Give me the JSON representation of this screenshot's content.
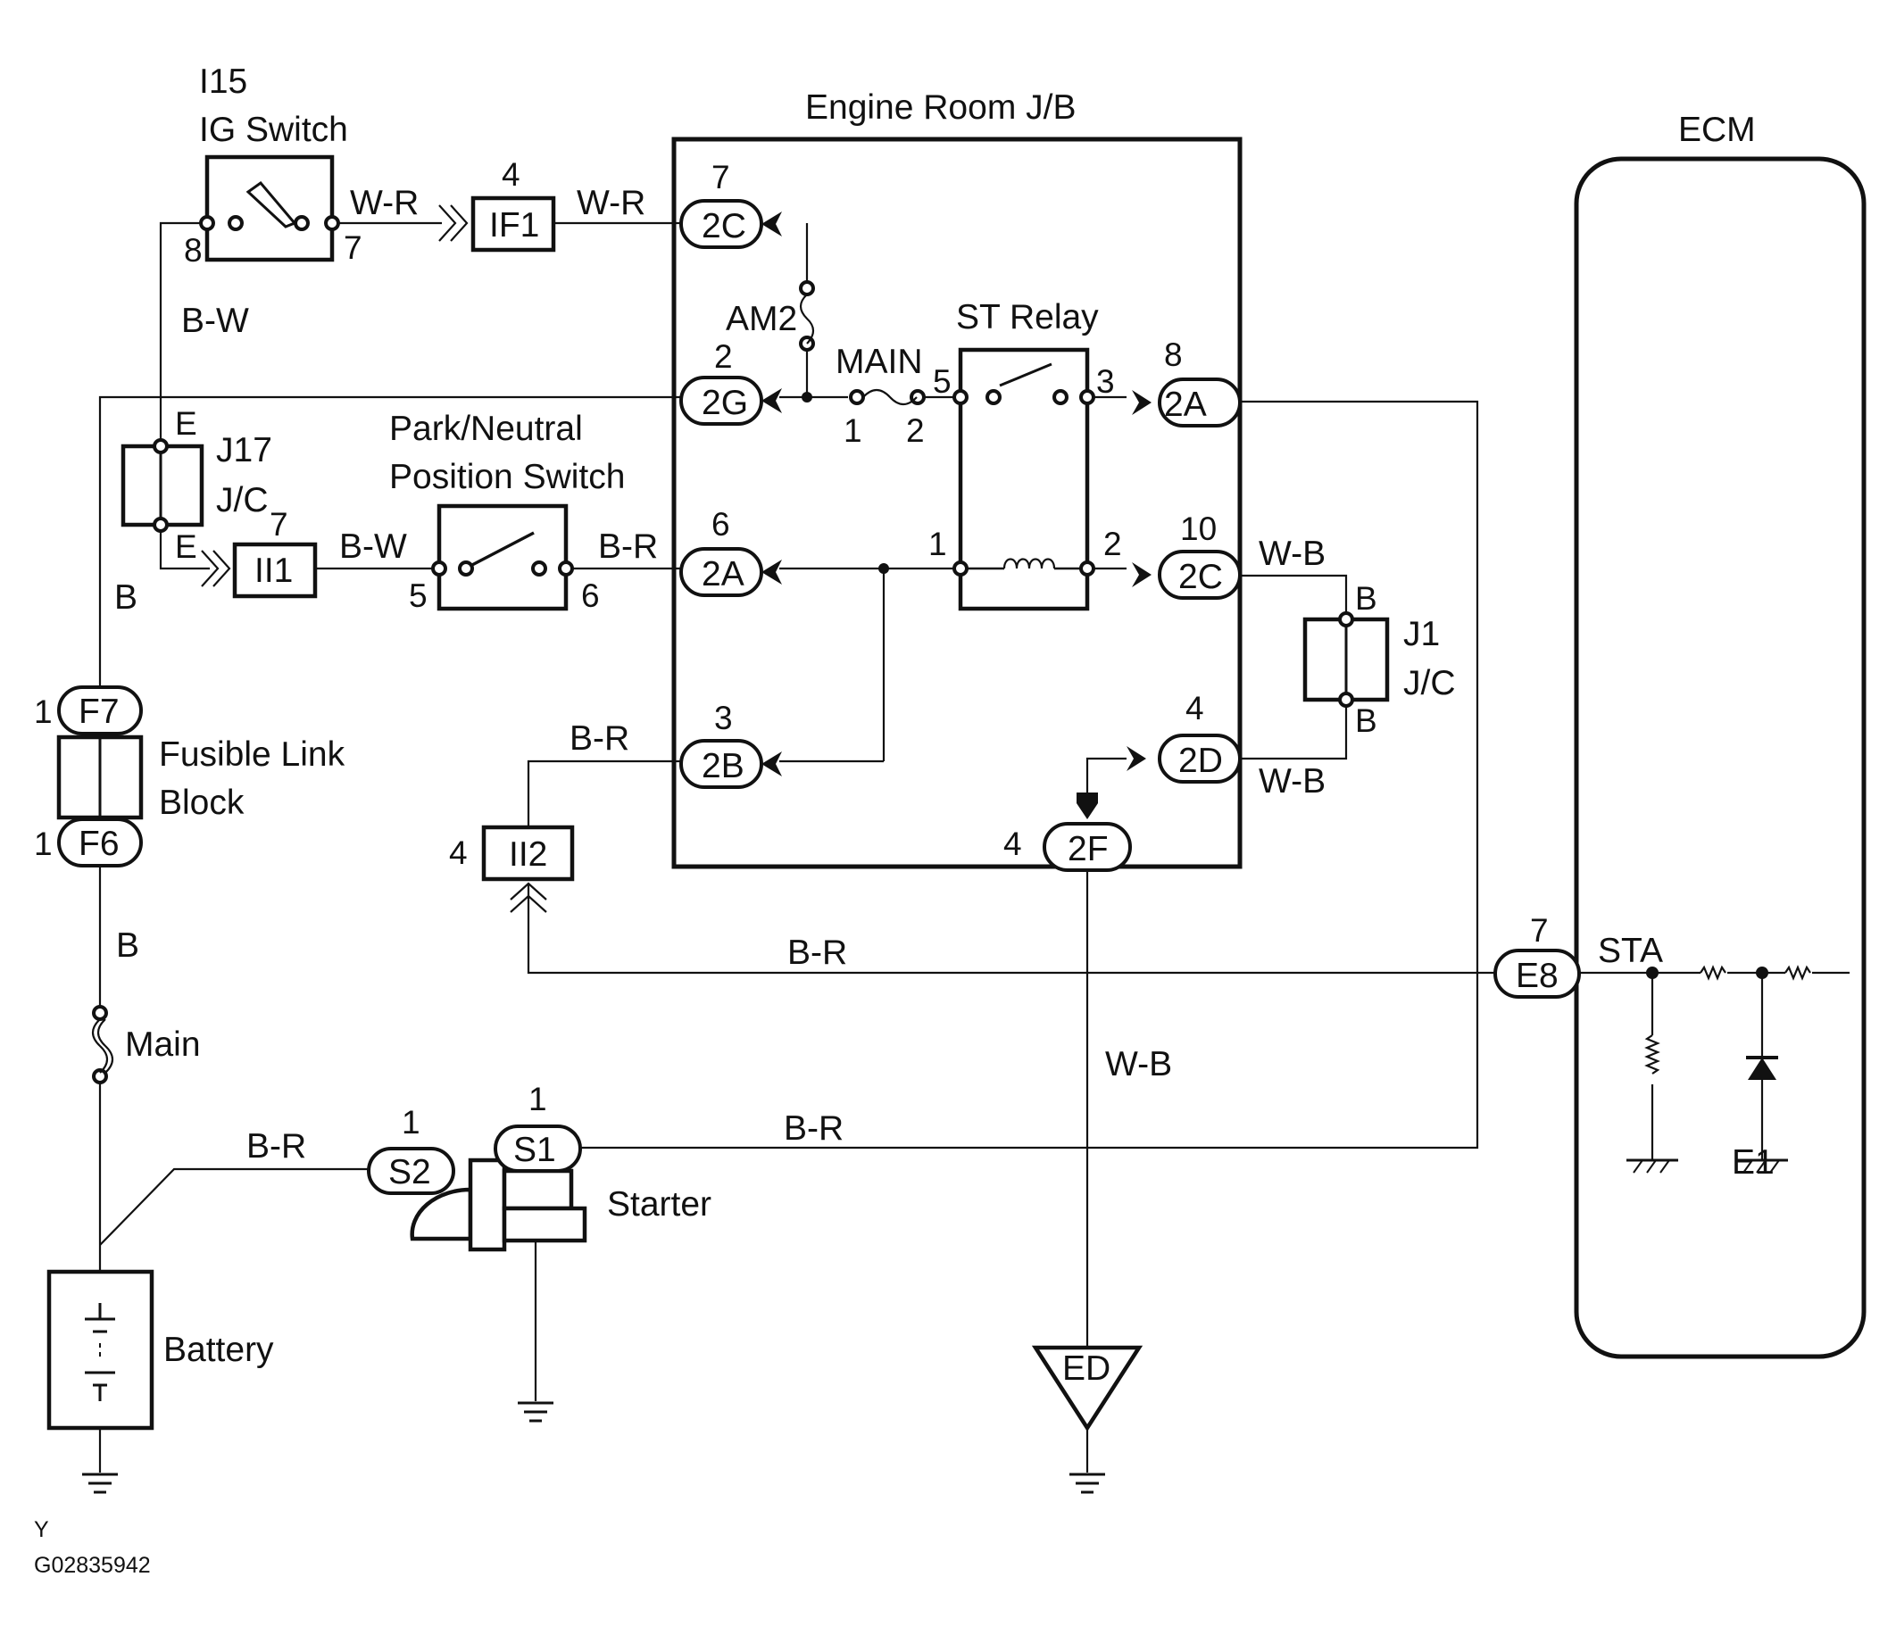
{
  "image_code": "G02835942",
  "corner_mark": "Y",
  "components": {
    "ig_switch_code": "I15",
    "ig_switch": "IG Switch",
    "engine_room_jb": "Engine Room J/B",
    "ecm": "ECM",
    "am2": "AM2",
    "main_fuse": "MAIN",
    "st_relay": "ST Relay",
    "pnp_switch_line1": "Park/Neutral",
    "pnp_switch_line2": "Position Switch",
    "j17": "J17",
    "j1": "J1",
    "jc": "J/C",
    "fusible_link_line1": "Fusible Link",
    "fusible_link_line2": "Block",
    "main_link": "Main",
    "battery": "Battery",
    "starter": "Starter",
    "sta": "STA",
    "e1": "E1"
  },
  "connectors": {
    "if1": "IF1",
    "ii1": "II1",
    "ii2": "II2",
    "c2c_top": "2C",
    "c2g": "2G",
    "c2a_left": "2A",
    "c2b": "2B",
    "c2a_right": "2A",
    "c2c_right": "2C",
    "c2d": "2D",
    "c2f": "2F",
    "f7": "F7",
    "f6": "F6",
    "e8": "E8",
    "s1": "S1",
    "s2": "S2",
    "ed": "ED"
  },
  "pins": {
    "ig8": "8",
    "ig7": "7",
    "if1": "4",
    "c2c_top": "7",
    "c2g": "2",
    "c2a_left": "6",
    "c2b": "3",
    "c2a_right": "8",
    "c2c_right": "10",
    "c2d": "4",
    "c2f": "4",
    "main1": "1",
    "main2": "2",
    "relay5": "5",
    "relay3": "3",
    "relay1": "1",
    "relay2": "2",
    "ii1": "7",
    "pnp5": "5",
    "pnp6": "6",
    "ii2": "4",
    "f7": "1",
    "f6": "1",
    "e8": "7",
    "s1": "1",
    "s2": "1",
    "j17_top": "E",
    "j17_bottom": "E",
    "j1_top": "B",
    "j1_bottom": "B"
  },
  "wires": {
    "wr_1": "W-R",
    "wr_2": "W-R",
    "bw_1": "B-W",
    "bw_2": "B-W",
    "br_pnp": "B-R",
    "br_2b": "B-R",
    "br_e8": "B-R",
    "br_s1": "B-R",
    "br_s2": "B-R",
    "wb_2c": "W-B",
    "wb_2d": "W-B",
    "wb_ed": "W-B",
    "b_1": "B",
    "b_2": "B"
  }
}
